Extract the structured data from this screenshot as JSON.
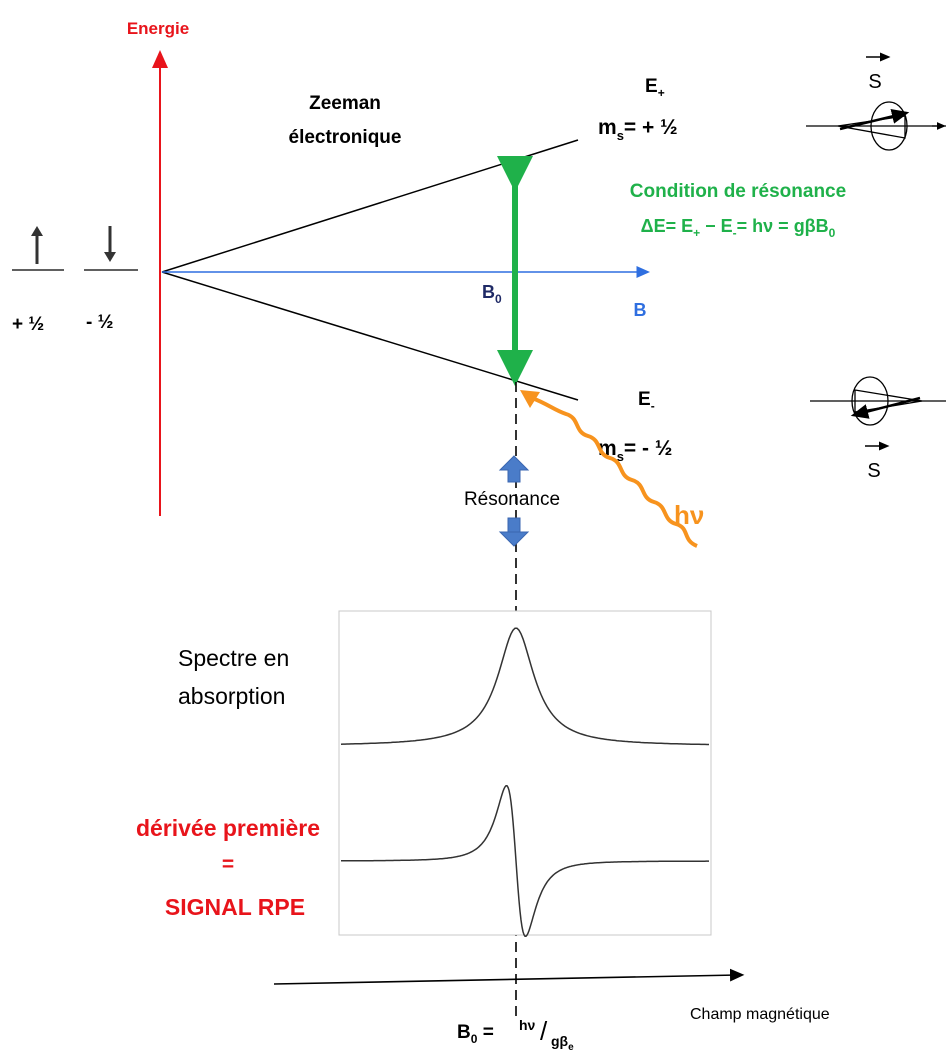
{
  "colors": {
    "energy_axis": "#e8141b",
    "field_arrow": "#2f6fe0",
    "resonance": "#1fb14a",
    "photon": "#f7931e",
    "rpe_label": "#e8141b",
    "small_arrows": "#4a7cc9",
    "b0_label": "#1f2a66"
  },
  "energy_axis_label": "Energie",
  "zeeman_label_line1": "Zeeman",
  "zeeman_label_line2": "électronique",
  "upper_level": {
    "label": "E",
    "sub": "+",
    "ms_prefix": "m",
    "ms_sub": "s",
    "ms_value": "= + ½"
  },
  "lower_level": {
    "label": "E",
    "sub": "-",
    "ms_prefix": "m",
    "ms_sub": "s",
    "ms_value": "= - ½"
  },
  "spin_state_up": "+ ½",
  "spin_state_down": "- ½",
  "field_label": "B",
  "b0_label": {
    "main": "B",
    "sub": "0"
  },
  "resonance_condition": {
    "title": "Condition de résonance",
    "equation_part1": "ΔE= E",
    "sub_plus": "+",
    "equation_minus": " − E",
    "sub_minus": "-",
    "equation_part2": "= hν = gβB",
    "sub_zero": "0"
  },
  "resonance_label": "Résonance",
  "photon_label": "hν",
  "spin_vector_label": "S",
  "absorption_label_line1": "Spectre en",
  "absorption_label_line2": "absorption",
  "derivative_label_line1": "dérivée première",
  "derivative_label_line2": "=",
  "derivative_label_line3": "SIGNAL RPE",
  "field_axis_label": "Champ magnétique",
  "bottom_formula": {
    "main": "B",
    "sub": "0",
    "eq": " = ",
    "num": "hν",
    "slash": "/",
    "den": "gβ",
    "den_sub": "e"
  }
}
